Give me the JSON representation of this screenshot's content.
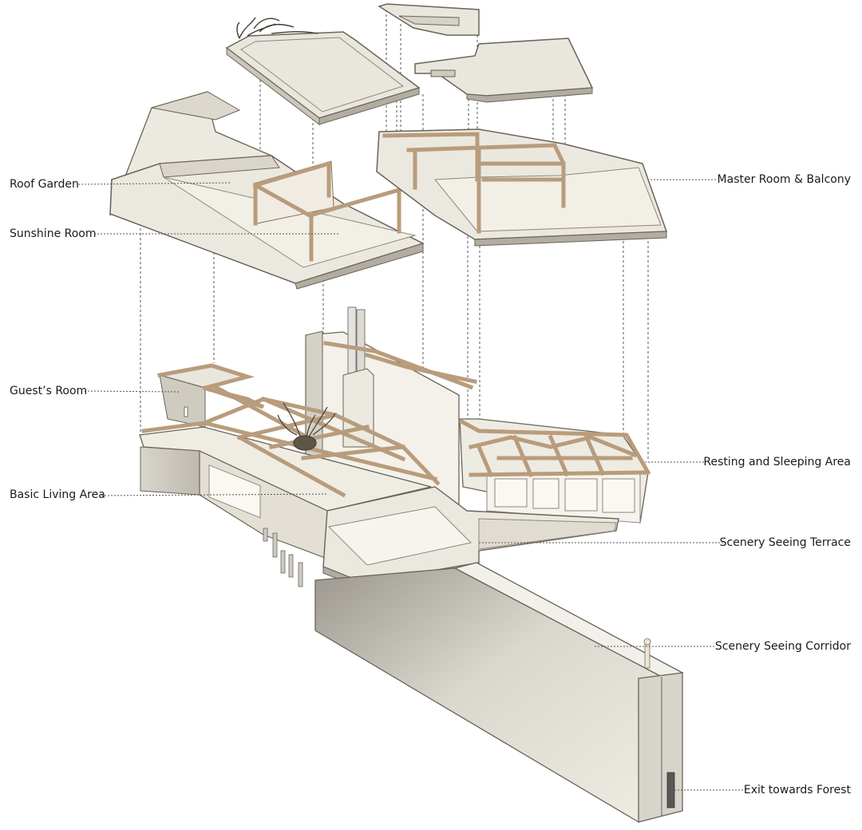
{
  "labels": {
    "roof_garden": "Roof Garden",
    "sunshine_room": "Sunshine Room",
    "guests_room": "Guest’s Room",
    "basic_living_area": "Basic Living Area",
    "master_room_balcony": "Master Room & Balcony",
    "resting_sleeping_area": "Resting and Sleeping Area",
    "scenery_seeing_terrace": "Scenery Seeing Terrace",
    "scenery_seeing_corridor": "Scenery Seeing Corridor",
    "exit_towards_forest": "Exit towards Forest"
  },
  "colors": {
    "model_white": "#eeebe2",
    "model_shadow": "#c9c4b6",
    "wood": "#c8b49a",
    "leader_line": "#555555"
  }
}
